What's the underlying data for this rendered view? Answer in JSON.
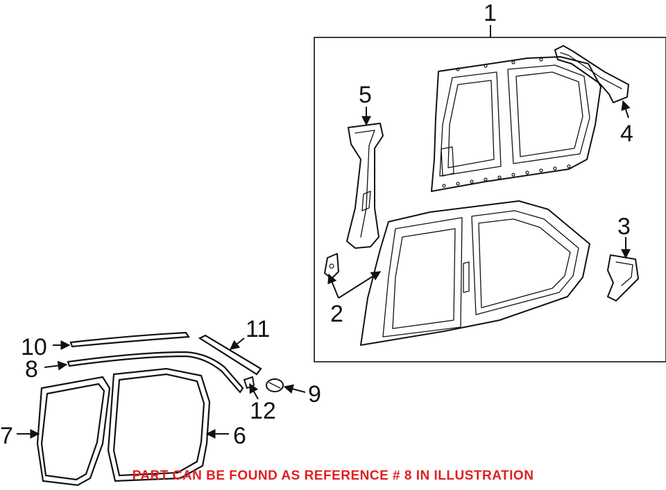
{
  "diagram": {
    "callouts": [
      "1",
      "2",
      "3",
      "4",
      "5",
      "6",
      "7",
      "8",
      "9",
      "10",
      "11",
      "12"
    ],
    "note": "PART CAN BE FOUND AS REFERENCE # 8 IN ILLUSTRATION",
    "colors": {
      "line": "#111111",
      "note": "#e02020",
      "background": "#ffffff"
    }
  }
}
